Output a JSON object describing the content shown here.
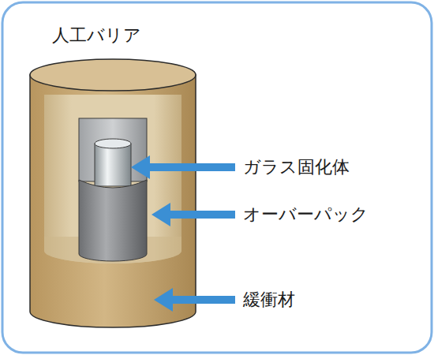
{
  "diagram": {
    "title": "人工バリア",
    "labels": [
      "ガラス固化体",
      "オーバーパック",
      "緩衝材"
    ]
  }
}
